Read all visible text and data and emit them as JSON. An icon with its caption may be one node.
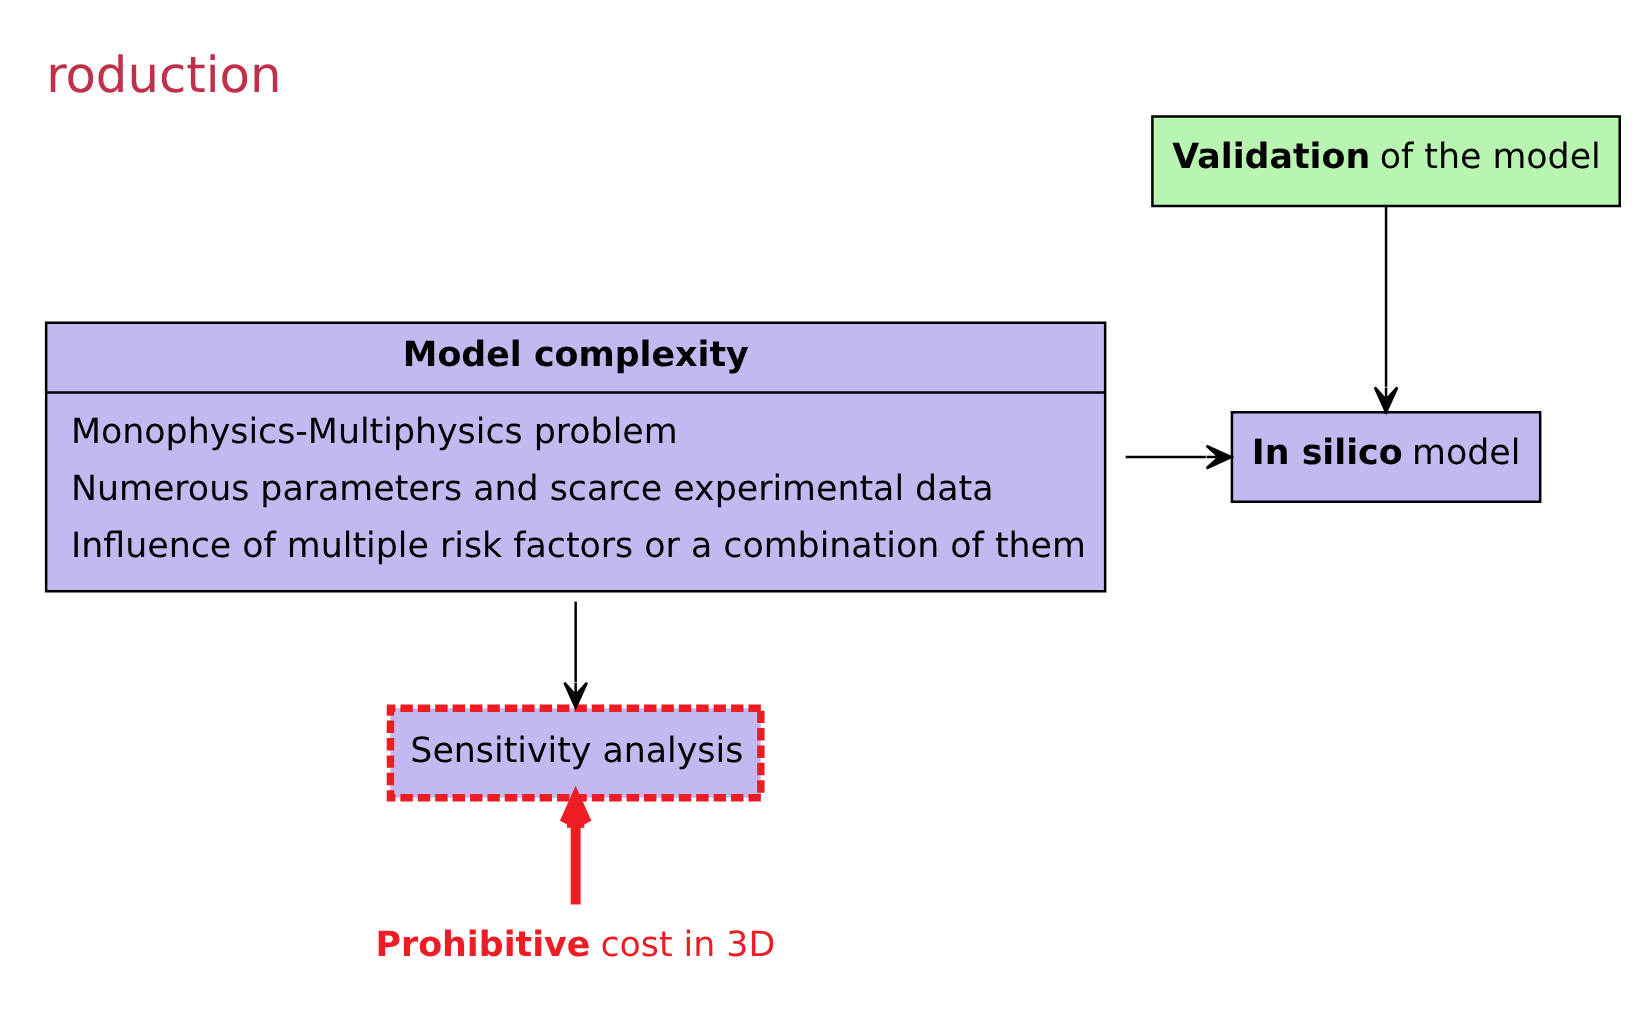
{
  "diagram": {
    "title": "roduction",
    "nodes": [
      {
        "text": [
          "**Validation** of the model"
        ]
      },
      {
        "text": [
          "**In silico** model"
        ]
      },
      {
        "text": [
          "**Model complexity**",
          "Monophysics-Multiphysics problem",
          "Numerous parameters and scarce experimental data",
          "Influence of multiple risk factors or a combination of them"
        ]
      },
      {
        "text": [
          "Sensitivity analysis"
        ]
      },
      {
        "text": [
          "**Prohibitive** cost in 3D"
        ]
      }
    ],
    "edges": [
      {
        "from": 0,
        "to": 1,
        "arrow": "to"
      },
      {
        "from": 2,
        "to": 1,
        "arrow": "to"
      },
      {
        "from": 2,
        "to": 3,
        "arrow": "to"
      },
      {
        "from": 4,
        "to": 3,
        "arrow": "to",
        "style": "thick",
        "color": "#ee1c25"
      }
    ]
  }
}
